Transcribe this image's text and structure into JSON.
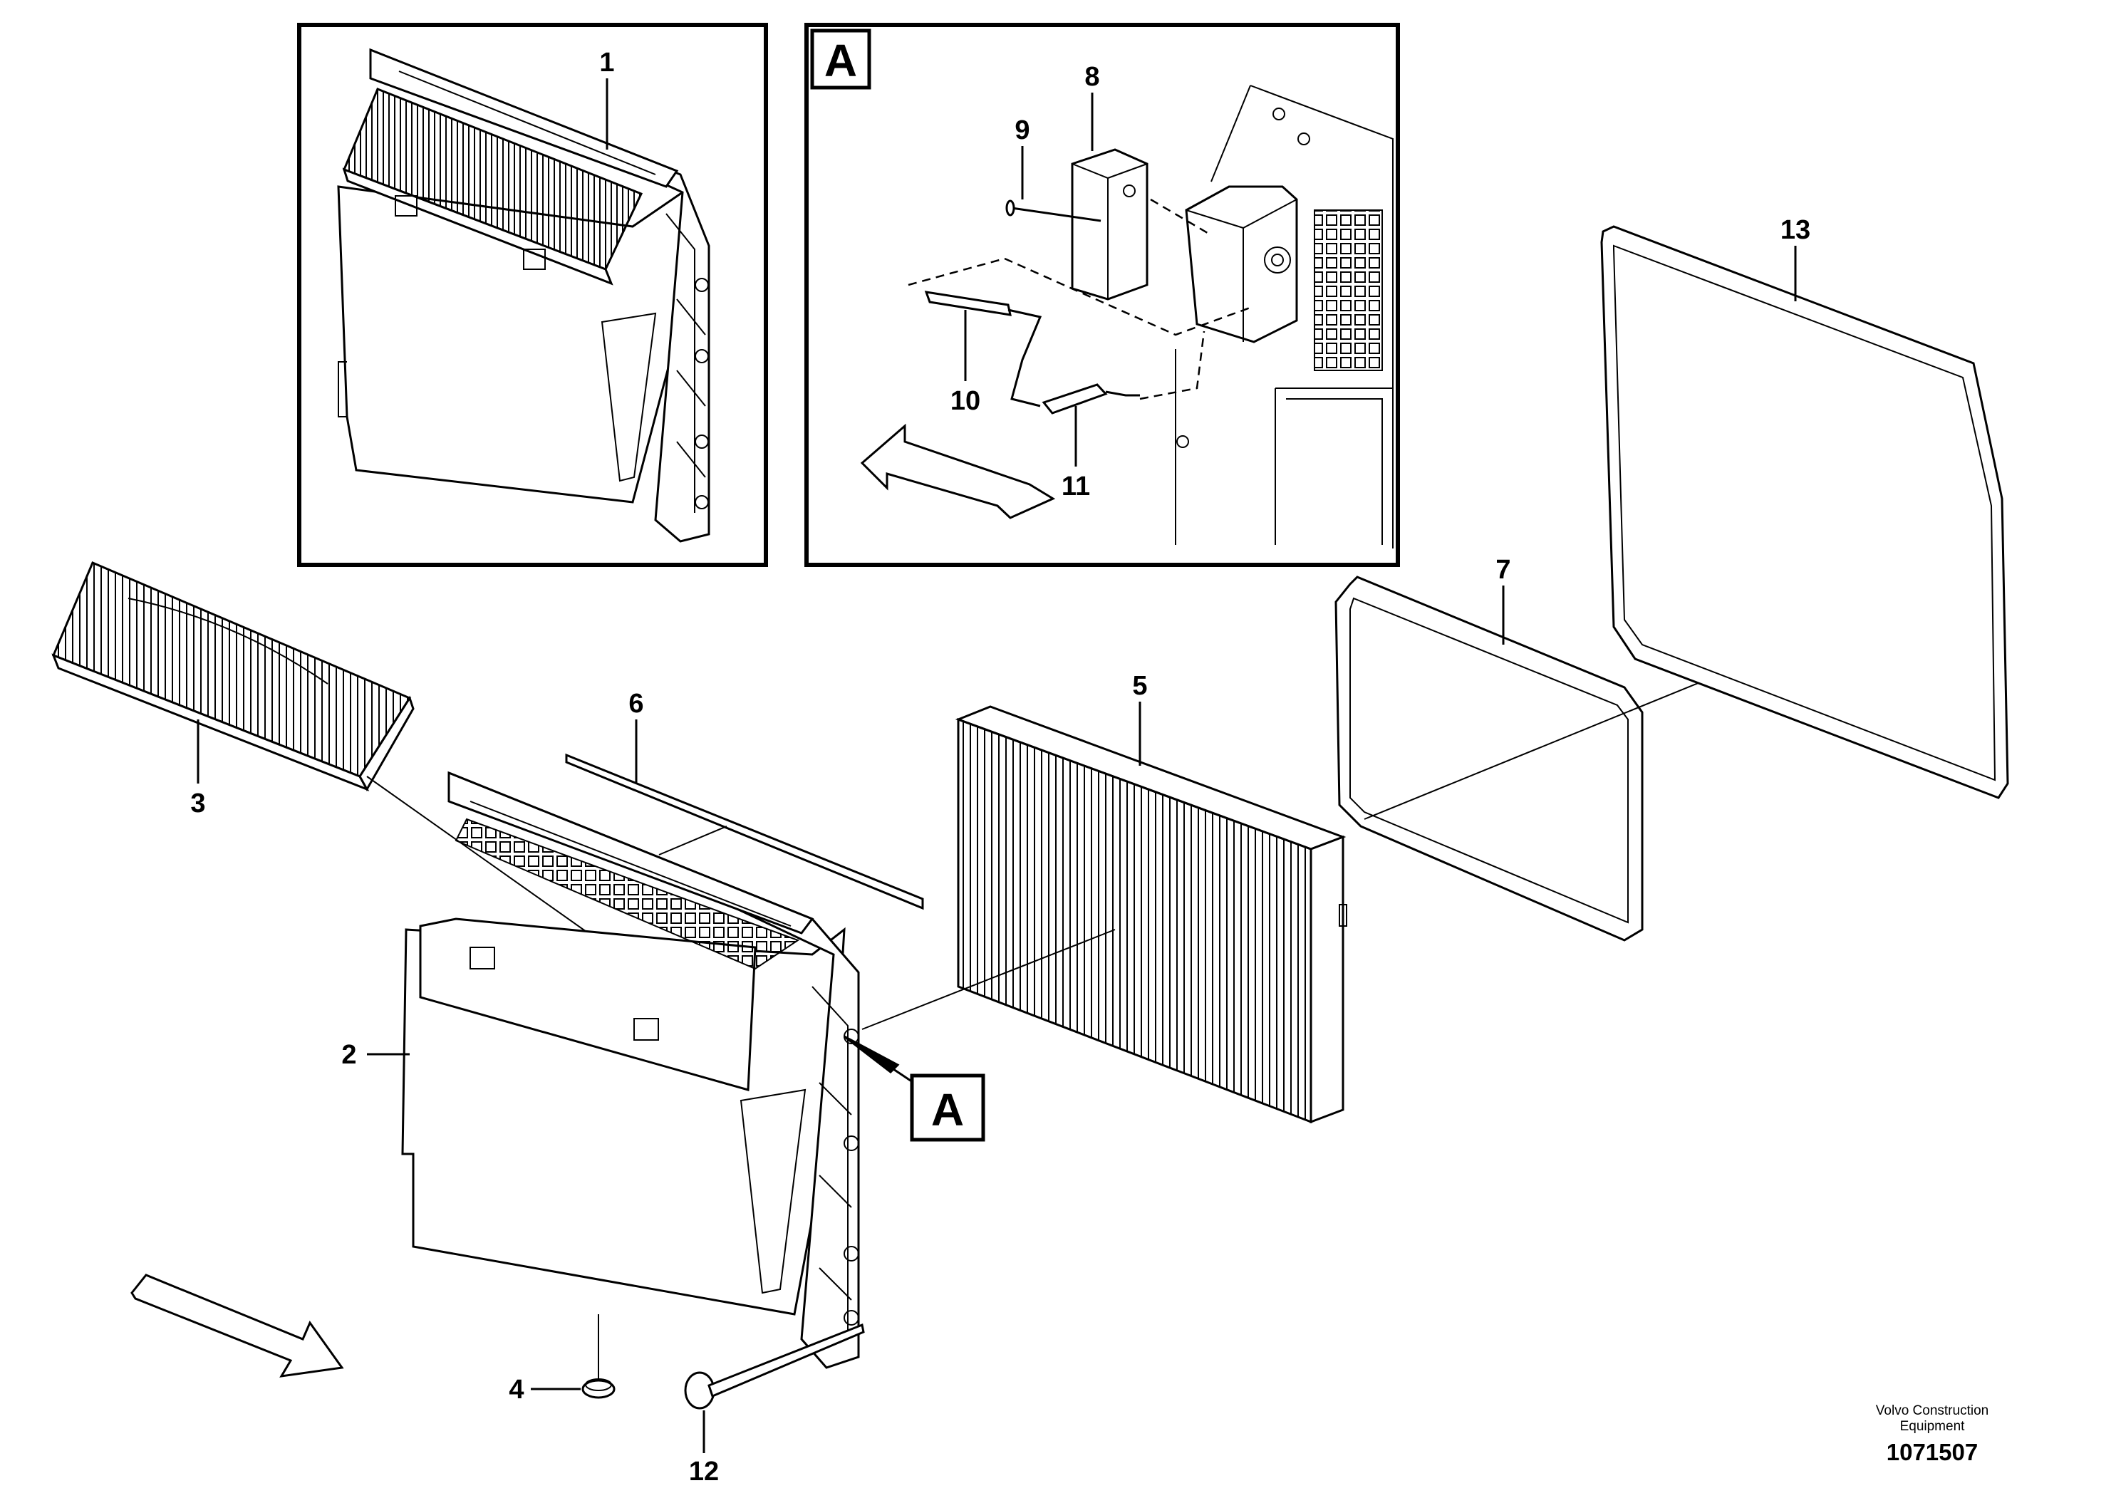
{
  "callouts": {
    "c1": "1",
    "c2": "2",
    "c3": "3",
    "c4": "4",
    "c5": "5",
    "c6": "6",
    "c7": "7",
    "c8": "8",
    "c9": "9",
    "c10": "10",
    "c11": "11",
    "c12": "12",
    "c13": "13"
  },
  "detail_label": "A",
  "view_marker_label": "A",
  "brand_line1": "Volvo Construction",
  "brand_line2": "Equipment",
  "drawing_number": "1071507"
}
